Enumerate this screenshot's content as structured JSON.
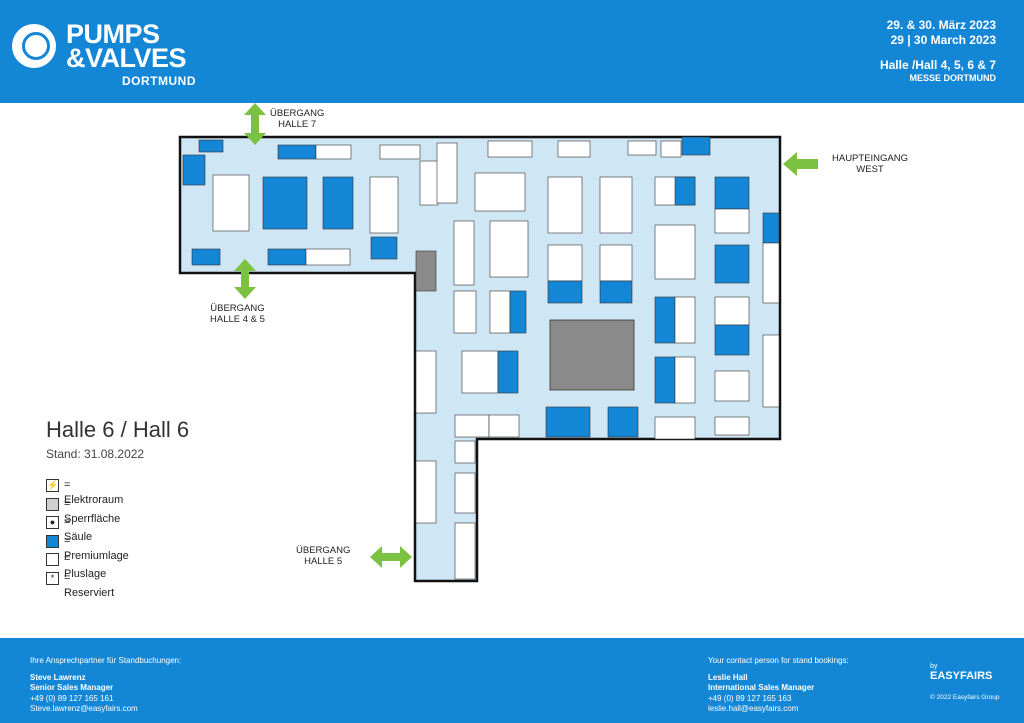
{
  "header": {
    "logo": {
      "line1": "PUMPS",
      "line2": "&VALVES",
      "line3": "DORTMUND"
    },
    "date_de": "29. & 30. März 2023",
    "date_en": "29 | 30 March 2023",
    "halls": "Halle /Hall 4, 5, 6 & 7",
    "venue": "MESSE DORTMUND"
  },
  "map": {
    "labels": {
      "passage_hall7": "ÜBERGANG\nHALLE 7",
      "passage_hall45": "ÜBERGANG\nHALLE 4 & 5",
      "main_entrance": "HAUPTEINGANG\nWEST",
      "passage_hall5": "ÜBERGANG\nHALLE 5"
    },
    "title": "Halle 6 / Hall 6",
    "status": "Stand: 31.08.2022",
    "colors": {
      "hall_fill": "#cfe6f4",
      "premium": "#1486d6",
      "standard": "#ffffff",
      "blocked": "#8a8a8a",
      "arrow": "#7bc142"
    },
    "legend": [
      {
        "symbol": "⚡",
        "label": "= Elektroraum",
        "type": "electric"
      },
      {
        "symbol": "",
        "label": "= Sperrfläche",
        "type": "blocked"
      },
      {
        "symbol": "●",
        "label": "= Säule",
        "type": "pillar"
      },
      {
        "symbol": "",
        "label": "= Premiumlage",
        "type": "premium"
      },
      {
        "symbol": "",
        "label": "= Pluslage",
        "type": "plus"
      },
      {
        "symbol": "*",
        "label": "= Reserviert",
        "type": "reserved"
      }
    ]
  },
  "footer": {
    "left": {
      "intro": "Ihre Ansprechpartner für Standbuchungen:",
      "name": "Steve Lawrenz",
      "role": "Senior Sales Manager",
      "phone": "+49 (0) 89 127 165 161",
      "email": "Steve.lawrenz@easyfairs.com"
    },
    "right": {
      "intro": "Your contact person for stand bookings:",
      "name": "Leslie Hall",
      "role": "International Sales Manager",
      "phone": "+49 (0) 89 127 165 163",
      "email": "leslie.hall@easyfairs.com"
    },
    "by": "by",
    "brand": "EASYFAIRS",
    "copyright": "© 2022 Easyfairs Group"
  }
}
